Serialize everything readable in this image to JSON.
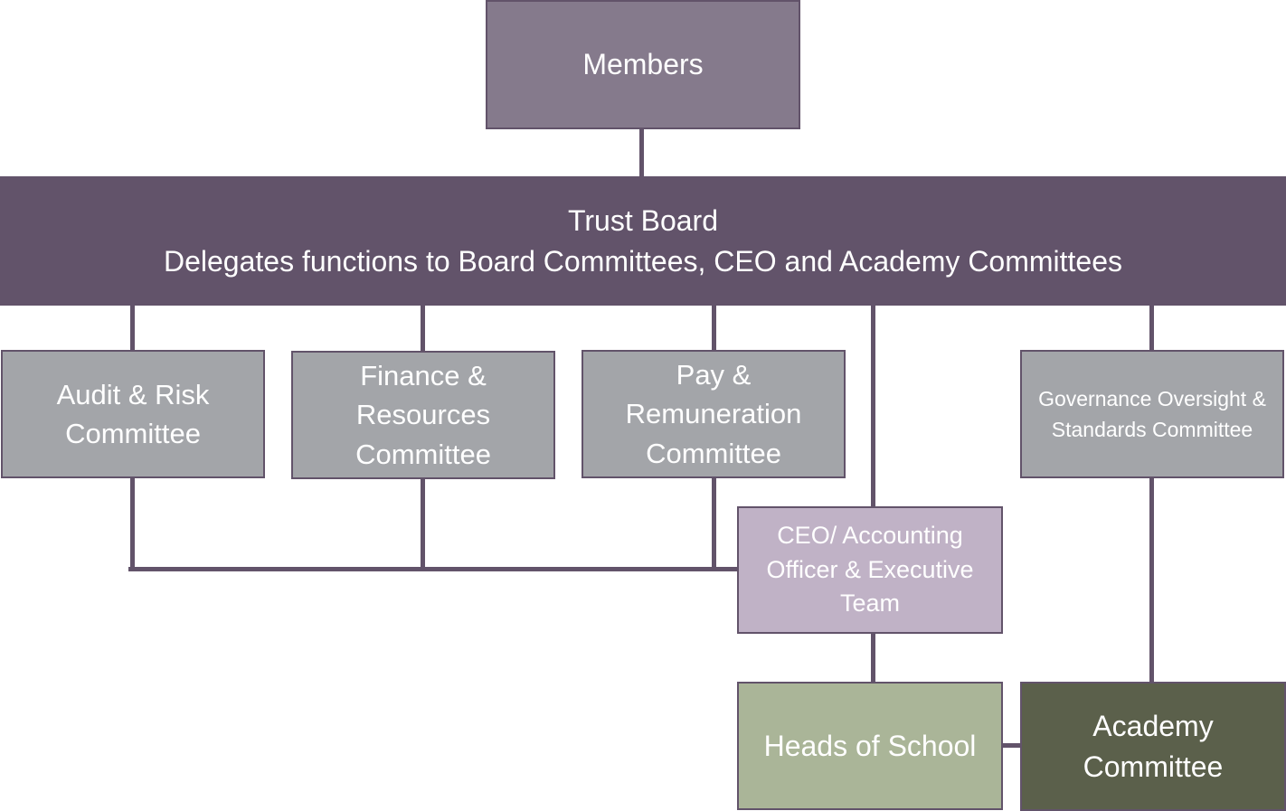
{
  "members": "Members",
  "board": {
    "title": "Trust Board",
    "subtitle": "Delegates functions to Board Committees, CEO and Academy Committees"
  },
  "committees": {
    "audit": "Audit & Risk Committee",
    "finance": "Finance & Resources Committee",
    "pay": "Pay & Remuneration Committee",
    "governance": "Governance Oversight & Standards Committee"
  },
  "ceo": "CEO/ Accounting Officer & Executive Team",
  "heads": "Heads of School",
  "academy": "Academy Committee",
  "colors": {
    "members": "#857a8c",
    "board": "#62536a",
    "committee": "#a3a5a9",
    "ceo": "#c0b2c6",
    "heads": "#aab598",
    "academy": "#5b604b"
  }
}
